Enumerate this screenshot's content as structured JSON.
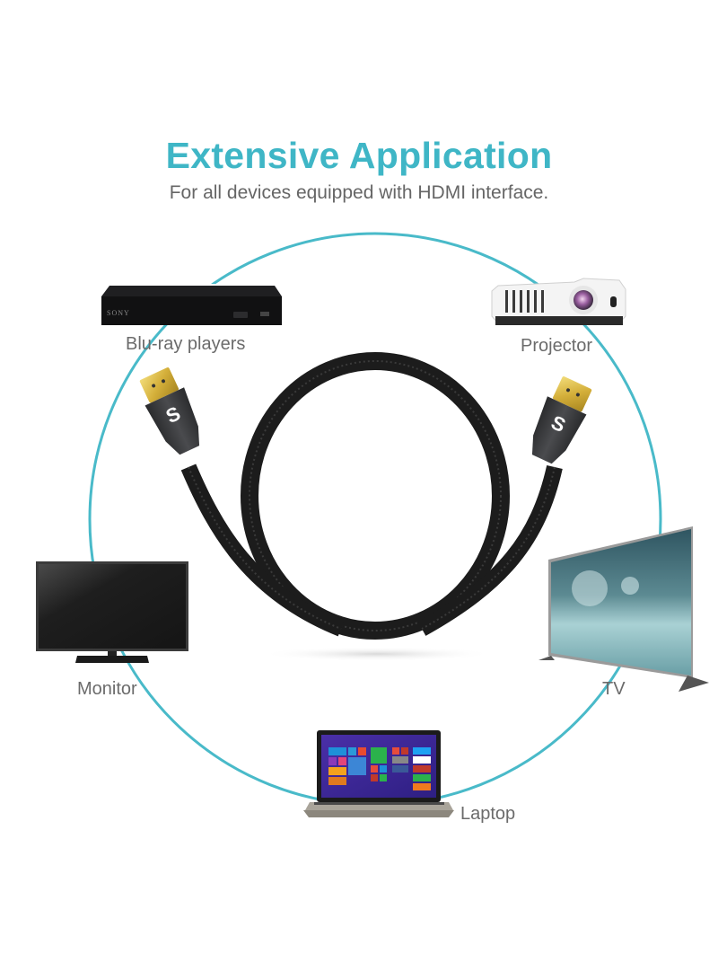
{
  "header": {
    "title": "Extensive Application",
    "subtitle": "For all devices equipped with HDMI interface."
  },
  "colors": {
    "accent": "#3fb6c6",
    "label_text": "#6b6b6b",
    "cable": "#1c1c1c",
    "connector_gold": "#d8b94a",
    "connector_housing": "#3a3b3e"
  },
  "devices": [
    {
      "id": "bluray",
      "label": "Blu-ray players",
      "brand_text": "SONY",
      "icon": "bluray-player-icon"
    },
    {
      "id": "projector",
      "label": "Projector",
      "icon": "projector-icon"
    },
    {
      "id": "monitor",
      "label": "Monitor",
      "icon": "monitor-icon"
    },
    {
      "id": "tv",
      "label": "TV",
      "icon": "tv-icon"
    },
    {
      "id": "laptop",
      "label": "Laptop",
      "icon": "laptop-icon"
    }
  ],
  "product": {
    "name": "HDMI cable",
    "logo_glyph": "S",
    "icon": "hdmi-cable-icon"
  }
}
